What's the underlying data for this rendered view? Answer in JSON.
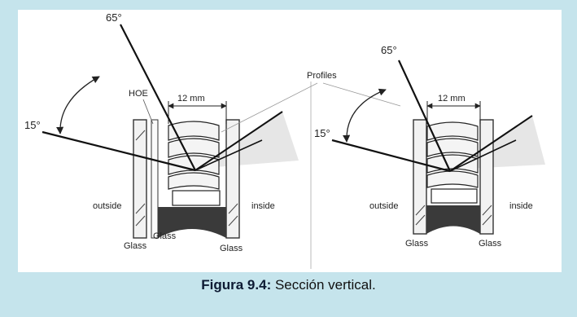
{
  "left_diagram": {
    "angle_top": "65°",
    "angle_bottom": "15°",
    "hoe": "HOE",
    "width": "12 mm",
    "outside": "outside",
    "inside": "inside",
    "glass_left": "Glass",
    "glass_middle": "Glass",
    "glass_right": "Glass"
  },
  "right_diagram": {
    "angle_top": "65°",
    "angle_bottom": "15°",
    "width": "12 mm",
    "outside": "outside",
    "inside": "inside",
    "glass_left": "Glass",
    "glass_right": "Glass"
  },
  "profiles_label": "Profiles",
  "caption": {
    "label": "Figura 9.4:",
    "text": " Sección vertical."
  },
  "colors": {
    "frame": "#c5e4ec",
    "caption_label": "#0d1a33",
    "sky_wedge": "#e6e6e6",
    "seal": "#3a3a3a"
  }
}
